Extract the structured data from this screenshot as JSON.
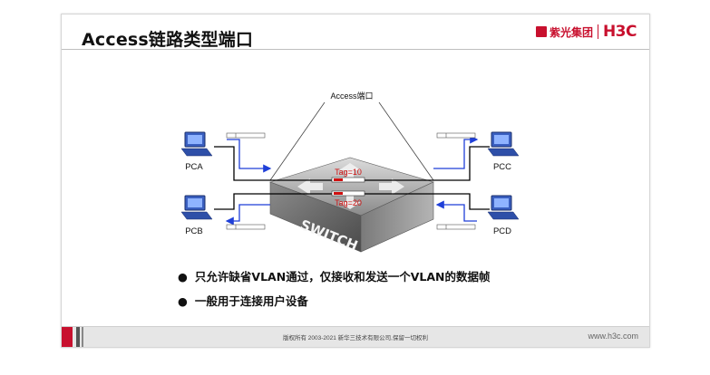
{
  "slide": {
    "title": "Access链路类型端口",
    "logo": {
      "group_text": "紫光集团",
      "brand": "H3C"
    }
  },
  "diagram": {
    "port_label": "Access端口",
    "switch_label": "SWITCH",
    "tag_top": "Tag=10",
    "tag_bottom": "Tag=20",
    "pcs": {
      "a": "PCA",
      "b": "PCB",
      "c": "PCC",
      "d": "PCD"
    },
    "colors": {
      "link": "#1f3fd8",
      "tag": "#d01010",
      "cable": "#000000"
    }
  },
  "bullets": [
    "只允许缺省VLAN通过，仅接收和发送一个VLAN的数据帧",
    "一般用于连接用户设备"
  ],
  "footer": {
    "copyright": "版权所有 2003-2021 新华三技术有限公司,保留一切权利",
    "website": "www.h3c.com"
  }
}
